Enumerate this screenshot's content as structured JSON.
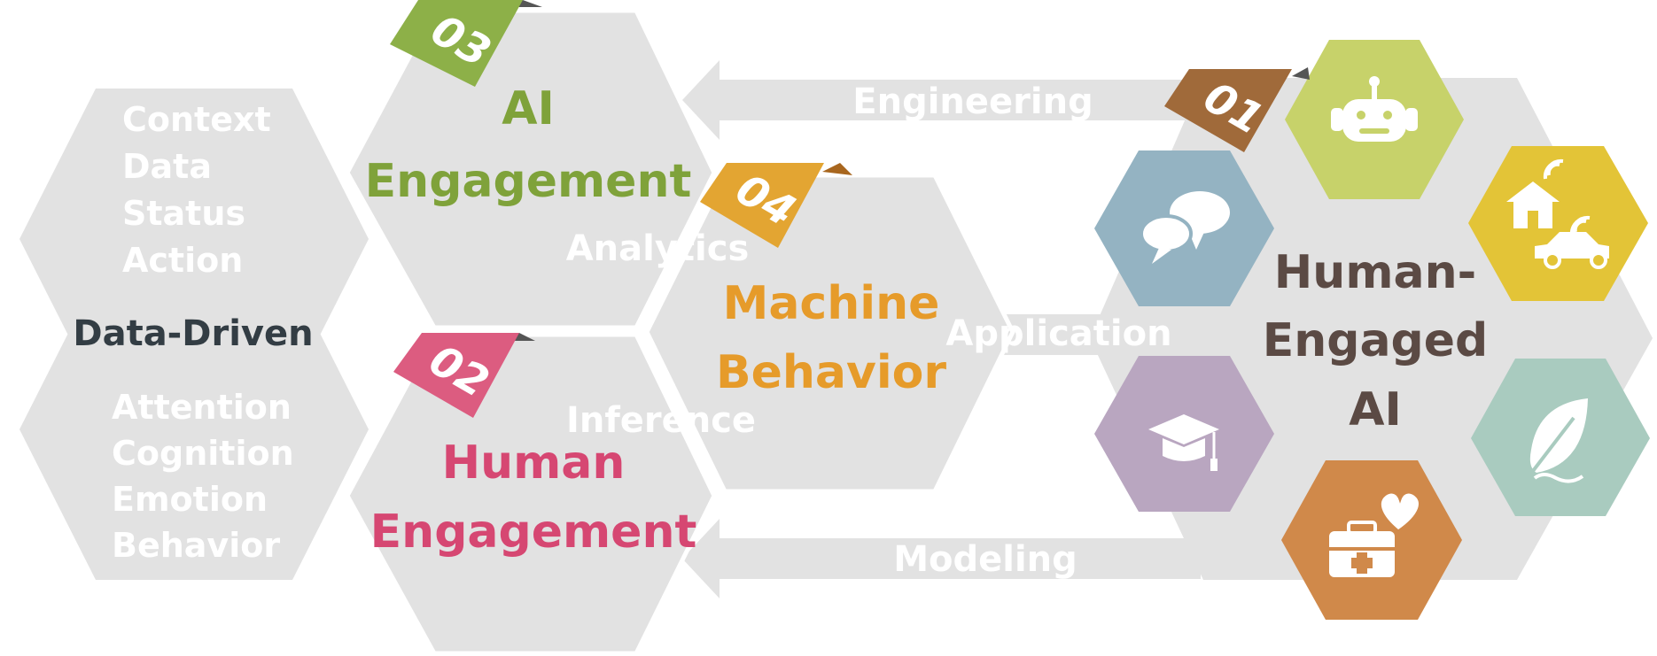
{
  "colors": {
    "hex": "#e2e2e2",
    "white": "#ffffff",
    "ai": "#7fa23a",
    "human": "#d64772",
    "machine": "#e69b2a",
    "hea": "#5b4a44",
    "tag01": "#a06a3a",
    "tag02": "#dc5c80",
    "tag03": "#8db048",
    "tag04": "#e3a532",
    "robot": "#c7d26a",
    "smart_home": "#e3c437",
    "speech": "#94b3c2",
    "education": "#b9a6c0",
    "nature": "#a9cbbf",
    "health": "#d0894a"
  },
  "data_driven": {
    "title": "Data-Driven",
    "upper_items": [
      "Context",
      "Data",
      "Status",
      "Action"
    ],
    "lower_items": [
      "Attention",
      "Cognition",
      "Emotion",
      "Behavior"
    ]
  },
  "ai_engagement": {
    "tag": "03",
    "line1": "AI",
    "line2": "Engagement"
  },
  "human_engagement": {
    "tag": "02",
    "line1": "Human",
    "line2": "Engagement"
  },
  "machine_behavior": {
    "tag": "04",
    "line1": "Machine",
    "line2": "Behavior"
  },
  "human_engaged_ai": {
    "tag": "01",
    "line1": "Human-",
    "line2": "Engaged",
    "line3": "AI"
  },
  "flows": {
    "engineering": "Engineering",
    "modeling": "Modeling",
    "analytics": "Analytics",
    "inference": "Inference",
    "application": "Application"
  },
  "icons": [
    "robot-icon",
    "smart-home-car-icon",
    "speech-bubbles-icon",
    "graduation-cap-icon",
    "leaf-icon",
    "medical-kit-heart-icon"
  ]
}
